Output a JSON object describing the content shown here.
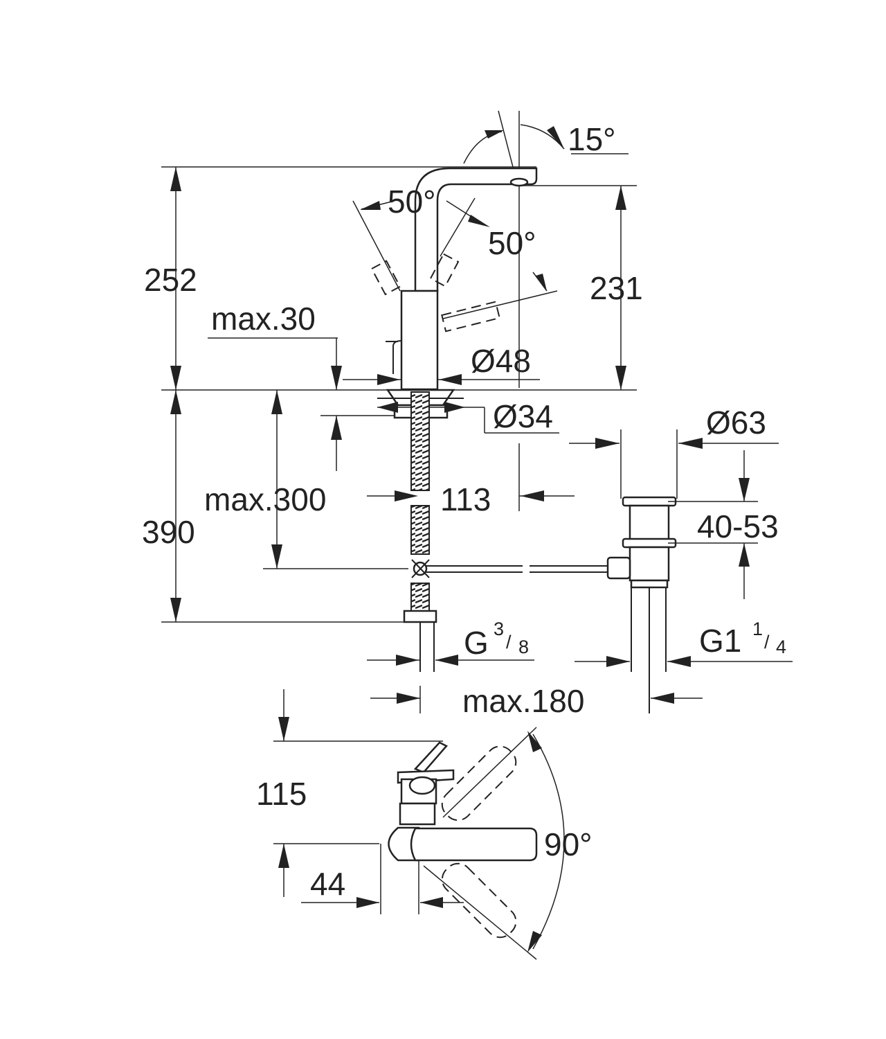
{
  "dimensions": {
    "angle_spout": "15°",
    "angle_lever_left": "50°",
    "angle_lever_right": "50°",
    "height_total": "252",
    "height_spout": "231",
    "deck_max": "max.30",
    "diameter_body": "Ø48",
    "diameter_hole": "Ø34",
    "diameter_waste": "Ø63",
    "rod_max": "max.300",
    "offset_113": "113",
    "waste_range": "40-53",
    "height_below": "390",
    "thread_small": {
      "main": "G",
      "sup": "3",
      "slash": "/",
      "sub": "8"
    },
    "thread_large": {
      "main": "G1",
      "sup": "1",
      "slash": "/",
      "sub": "4"
    },
    "max_180": "max.180",
    "reach_115": "115",
    "offset_44": "44",
    "angle_rotation": "90°"
  }
}
